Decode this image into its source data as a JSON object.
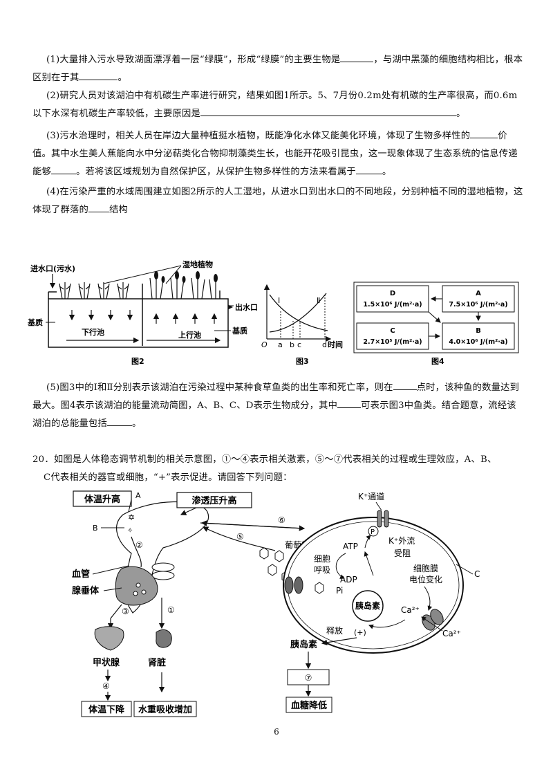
{
  "q19": {
    "p1_a": "(1)大量排入污水导致湖面漂浮着一层“绿膜”，形成“绿膜”的主要生物是",
    "p1_b": "，与湖中黑藻的细胞结构相比，根本区别在于其",
    "p1_c": "。",
    "p2_a": "(2)研究人员对该湖泊中有机碳生产率进行研究，结果如图1所示。5、7月份0.2m处有机碳的生产率很高，而0.6m以下水深有机碳生产率较低，主要原因是",
    "p2_b": "。",
    "p3_a": "(3)污水治理时，相关人员在岸边大量种植挺水植物，既能净化水体又能美化环境，体现了生物多样性的",
    "p3_b": "价值。其中水生美人蕉能向水中分泌萜类化合物抑制藻类生长，也能开花吸引昆虫，这一现象体现了生态系统的信息传递能够",
    "p3_c": "。若将该区域规划为自然保护区，从保护生物多样性的方法来看属于",
    "p3_d": "。",
    "p4_a": "(4)在污染严重的水域周围建立如图2所示的人工湿地，从进水口到出水口的不同地段，分别种植不同的湿地植物，这体现了群落的",
    "p4_b": "结构",
    "p5_a": "(5)图3中的Ⅰ和Ⅱ分别表示该湖泊在污染过程中某种食草鱼类的出生率和死亡率，则在",
    "p5_b": "点时，该种鱼的数量达到最大。图4表示该湖泊的能量流动简图，A、B、C、D表示生物成分，其中",
    "p5_c": "可表示图3中鱼类。结合题意，流经该湖泊的总能量包括",
    "p5_d": "。"
  },
  "fig2": {
    "inlet": "进水口(污水)",
    "plants": "湿地植物",
    "outlet": "出水口",
    "substrate": "基质",
    "down_pool": "下行池",
    "up_pool": "上行池",
    "caption": "图2"
  },
  "fig3": {
    "curve1": "Ⅰ",
    "curve2": "Ⅱ",
    "origin": "O",
    "ticks": [
      "a",
      "b",
      "c",
      "d"
    ],
    "xlabel": "时间",
    "caption": "图3"
  },
  "fig4": {
    "boxes": [
      {
        "id": "D",
        "value": "1.5×10⁶ J/(m²·a)"
      },
      {
        "id": "A",
        "value": "7.5×10⁶ J/(m²·a)"
      },
      {
        "id": "C",
        "value": "2.7×10⁵ J/(m²·a)"
      },
      {
        "id": "B",
        "value": "4.0×10⁶ J/(m²·a)"
      }
    ],
    "caption": "图4"
  },
  "q20": {
    "stem1": "20．如图是人体稳态调节机制的相关示意图，①～④表示相关激素，⑤～⑦代表相关的过程或生理效应，A、B、",
    "stem2": "C代表相关的器官或细胞，“+”表示促进。请回答下列问题："
  },
  "fig5": {
    "body_temp_up": "体温升高",
    "osmotic_up": "渗透压升高",
    "A": "A",
    "B": "B",
    "C": "C",
    "n1": "①",
    "n2": "②",
    "n3": "③",
    "n4": "④",
    "n5": "⑤",
    "n6": "⑥",
    "n7": "⑦",
    "vessel": "血管",
    "pituitary": "腺垂体",
    "thyroid": "甲状腺",
    "kidney": "肾脏",
    "temp_down": "体温下降",
    "water_reabs": "水重吸收增加",
    "k_channel": "K⁺通道",
    "p_label": "P",
    "k_efflux1": "K⁺外流",
    "k_efflux2": "受阻",
    "glucose": "葡萄糖",
    "atp": "ATP",
    "adp": "ADP",
    "pi": "Pi",
    "resp1": "细胞",
    "resp2": "呼吸",
    "membrane1": "细胞膜",
    "membrane2": "电位变化",
    "ca1": "Ca²⁺",
    "ca2": "Ca²⁺",
    "insulin_in": "胰岛素",
    "release": "释放",
    "plus": "(+)",
    "insulin_out": "胰岛素",
    "sugar_down": "血糖降低"
  },
  "page_number": "6"
}
